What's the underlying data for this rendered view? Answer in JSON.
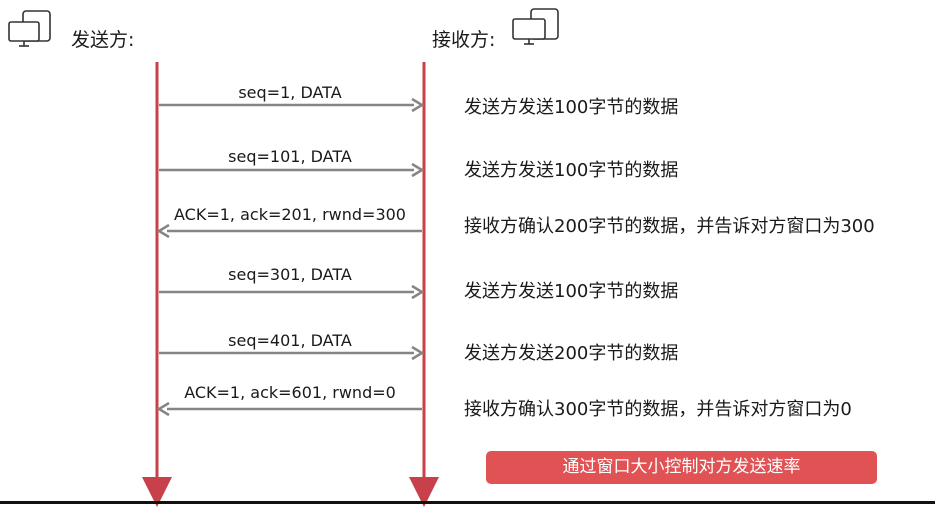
{
  "sender": {
    "label": "发送方:",
    "icon": "computer-icon"
  },
  "receiver": {
    "label": "接收方:",
    "icon": "computer-icon"
  },
  "messages": [
    {
      "label": "seq=1, DATA",
      "direction": "right",
      "note": "发送方发送100字节的数据"
    },
    {
      "label": "seq=101, DATA",
      "direction": "right",
      "note": "发送方发送100字节的数据"
    },
    {
      "label": "ACK=1, ack=201, rwnd=300",
      "direction": "left",
      "note": "接收方确认200字节的数据，并告诉对方窗口为300"
    },
    {
      "label": "seq=301, DATA",
      "direction": "right",
      "note": "发送方发送100字节的数据"
    },
    {
      "label": "seq=401, DATA",
      "direction": "right",
      "note": "发送方发送200字节的数据"
    },
    {
      "label": "ACK=1, ack=601, rwnd=0",
      "direction": "left",
      "note": "接收方确认300字节的数据，并告诉对方窗口为0"
    }
  ],
  "callout": "通过窗口大小控制对方发送速率",
  "colors": {
    "lifeline": "#c8404a",
    "arrow": "#858585",
    "callout": "#e05254"
  }
}
